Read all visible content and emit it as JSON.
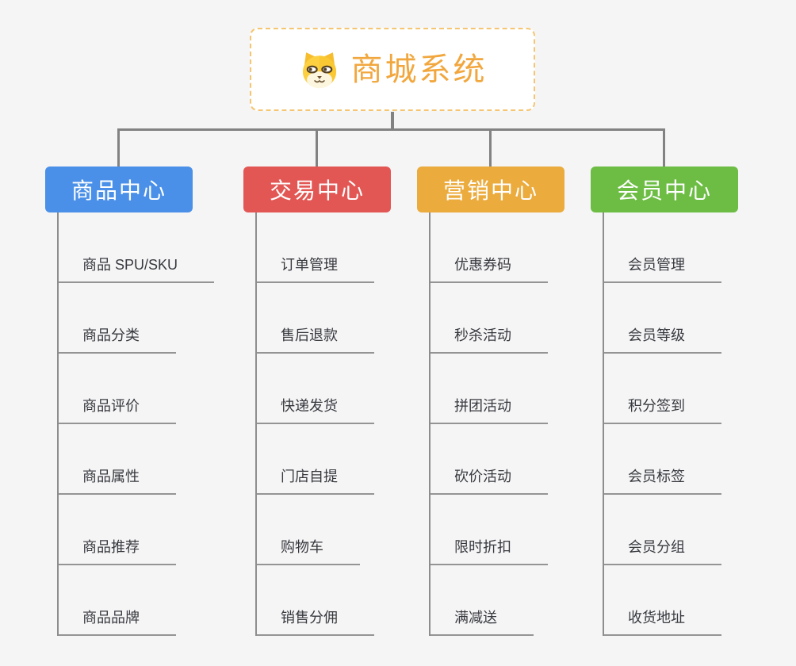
{
  "background_color": "#f5f5f6",
  "connector_color": "#828282",
  "root": {
    "title": "商城系统",
    "icon": "dog-face-icon",
    "title_color": "#f1a73e",
    "border_color": "#f5c571"
  },
  "branches": [
    {
      "id": "product-center",
      "label": "商品中心",
      "color": "#4a90e8",
      "children": [
        "商品 SPU/SKU",
        "商品分类",
        "商品评价",
        "商品属性",
        "商品推荐",
        "商品品牌"
      ]
    },
    {
      "id": "trade-center",
      "label": "交易中心",
      "color": "#e25754",
      "children": [
        "订单管理",
        "售后退款",
        "快递发货",
        "门店自提",
        "购物车",
        "销售分佣"
      ]
    },
    {
      "id": "marketing-center",
      "label": "营销中心",
      "color": "#ebab3d",
      "children": [
        "优惠券码",
        "秒杀活动",
        "拼团活动",
        "砍价活动",
        "限时折扣",
        "满减送"
      ]
    },
    {
      "id": "member-center",
      "label": "会员中心",
      "color": "#6dbd45",
      "children": [
        "会员管理",
        "会员等级",
        "积分签到",
        "会员标签",
        "会员分组",
        "收货地址"
      ]
    }
  ]
}
